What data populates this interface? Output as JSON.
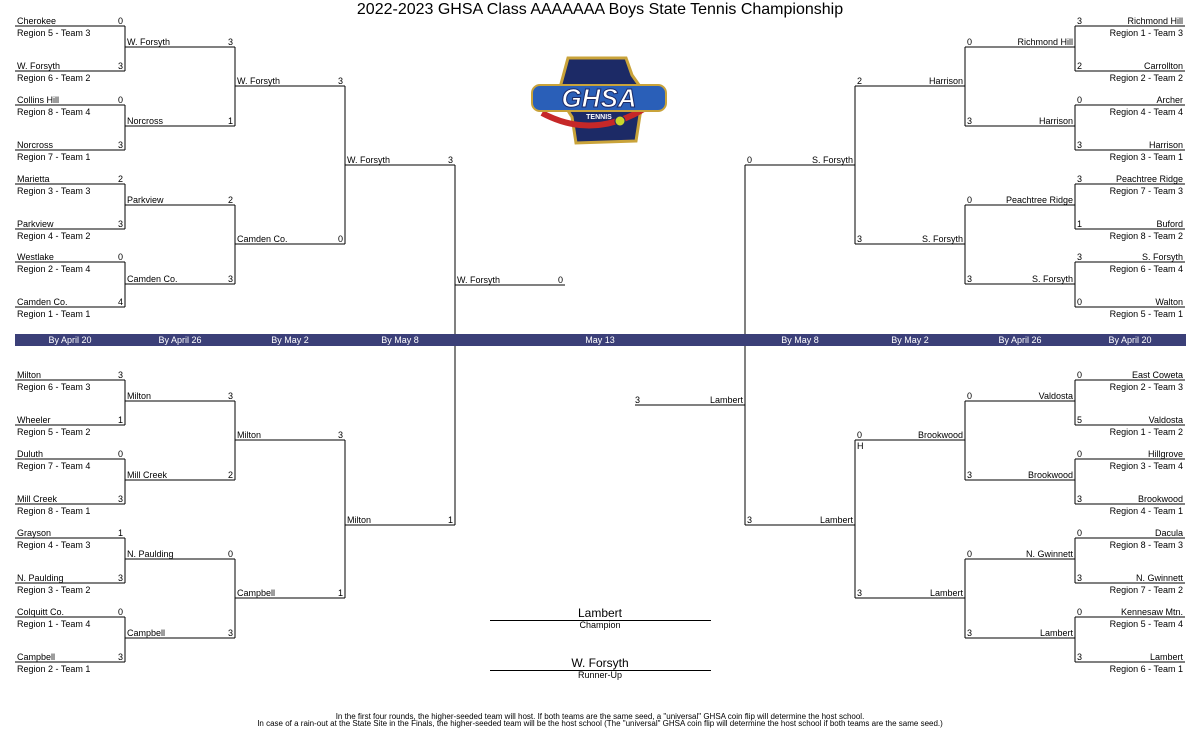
{
  "title": "2022-2023 GHSA Class AAAAAAA Boys State Tennis Championship",
  "logo": {
    "text": "GHSA",
    "subtext": "TENNIS",
    "colors": {
      "navy": "#1c2a66",
      "gold": "#c9a33a",
      "red": "#c62828",
      "blue": "#2a5fb8"
    }
  },
  "band": {
    "color": "#3b3f78",
    "labels": [
      "By April 20",
      "By April 26",
      "By May 2",
      "By May 8",
      "May 13",
      "By May 8",
      "By May 2",
      "By April 26",
      "By April 20"
    ]
  },
  "left_top": {
    "r1": [
      {
        "team": "Cherokee",
        "seed": "Region 5 - Team 3",
        "score": "0"
      },
      {
        "team": "W. Forsyth",
        "seed": "Region 6 - Team 2",
        "score": "3"
      },
      {
        "team": "Collins Hill",
        "seed": "Region 8 - Team 4",
        "score": "0"
      },
      {
        "team": "Norcross",
        "seed": "Region 7 - Team 1",
        "score": "3"
      },
      {
        "team": "Marietta",
        "seed": "Region 3 - Team 3",
        "score": "2"
      },
      {
        "team": "Parkview",
        "seed": "Region 4 - Team 2",
        "score": "3"
      },
      {
        "team": "Westlake",
        "seed": "Region 2 - Team 4",
        "score": "0"
      },
      {
        "team": "Camden Co.",
        "seed": "Region 1 - Team 1",
        "score": "4"
      }
    ],
    "r2": [
      {
        "team": "W. Forsyth",
        "score": "3"
      },
      {
        "team": "Norcross",
        "score": "1"
      },
      {
        "team": "Parkview",
        "score": "2"
      },
      {
        "team": "Camden Co.",
        "score": "3"
      }
    ],
    "r3": [
      {
        "team": "W. Forsyth",
        "score": "3"
      },
      {
        "team": "Camden Co.",
        "score": "0"
      }
    ],
    "r4": {
      "team": "W. Forsyth",
      "score": "3"
    }
  },
  "left_bottom": {
    "r1": [
      {
        "team": "Milton",
        "seed": "Region 6 - Team 3",
        "score": "3"
      },
      {
        "team": "Wheeler",
        "seed": "Region 5 - Team 2",
        "score": "1"
      },
      {
        "team": "Duluth",
        "seed": "Region 7 - Team 4",
        "score": "0"
      },
      {
        "team": "Mill Creek",
        "seed": "Region 8 - Team 1",
        "score": "3"
      },
      {
        "team": "Grayson",
        "seed": "Region 4 - Team 3",
        "score": "1"
      },
      {
        "team": "N. Paulding",
        "seed": "Region 3 - Team 2",
        "score": "3"
      },
      {
        "team": "Colquitt Co.",
        "seed": "Region 1 - Team 4",
        "score": "0"
      },
      {
        "team": "Campbell",
        "seed": "Region 2 - Team 1",
        "score": "3"
      }
    ],
    "r2": [
      {
        "team": "Milton",
        "score": "3"
      },
      {
        "team": "Mill Creek",
        "score": "2"
      },
      {
        "team": "N. Paulding",
        "score": "0"
      },
      {
        "team": "Campbell",
        "score": "3"
      }
    ],
    "r3": [
      {
        "team": "Milton",
        "score": "3"
      },
      {
        "team": "Campbell",
        "score": "1"
      }
    ],
    "r4": {
      "team": "Milton",
      "score": "1"
    }
  },
  "right_top": {
    "r1": [
      {
        "team": "Richmond Hill",
        "seed": "Region 1 - Team 3",
        "score": "3"
      },
      {
        "team": "Carrollton",
        "seed": "Region 2 - Team 2",
        "score": "2"
      },
      {
        "team": "Archer",
        "seed": "Region 4 - Team 4",
        "score": "0"
      },
      {
        "team": "Harrison",
        "seed": "Region 3 - Team 1",
        "score": "3"
      },
      {
        "team": "Peachtree Ridge",
        "seed": "Region 7 - Team 3",
        "score": "3"
      },
      {
        "team": "Buford",
        "seed": "Region 8 - Team 2",
        "score": "1"
      },
      {
        "team": "S. Forsyth",
        "seed": "Region 6 - Team 4",
        "score": "3"
      },
      {
        "team": "Walton",
        "seed": "Region 5 - Team 1",
        "score": "0"
      }
    ],
    "r2": [
      {
        "team": "Richmond Hill",
        "score": "0"
      },
      {
        "team": "Harrison",
        "score": "3"
      },
      {
        "team": "Peachtree Ridge",
        "score": "0"
      },
      {
        "team": "S. Forsyth",
        "score": "3"
      }
    ],
    "r3": [
      {
        "team": "Harrison",
        "score": "2"
      },
      {
        "team": "S. Forsyth",
        "score": "3"
      }
    ],
    "r4": {
      "team": "S. Forsyth",
      "score": "0"
    }
  },
  "right_bottom": {
    "r1": [
      {
        "team": "East Coweta",
        "seed": "Region 2 - Team 3",
        "score": "0"
      },
      {
        "team": "Valdosta",
        "seed": "Region 1 - Team 2",
        "score": "5"
      },
      {
        "team": "Hillgrove",
        "seed": "Region 3 - Team 4",
        "score": "0"
      },
      {
        "team": "Brookwood",
        "seed": "Region 4 - Team 1",
        "score": "3"
      },
      {
        "team": "Dacula",
        "seed": "Region 8 - Team 3",
        "score": "0"
      },
      {
        "team": "N. Gwinnett",
        "seed": "Region 7 - Team 2",
        "score": "3"
      },
      {
        "team": "Kennesaw Mtn.",
        "seed": "Region 5 - Team 4",
        "score": "0"
      },
      {
        "team": "Lambert",
        "seed": "Region 6 - Team 1",
        "score": "3"
      }
    ],
    "r2": [
      {
        "team": "Valdosta",
        "score": "0"
      },
      {
        "team": "Brookwood",
        "score": "3"
      },
      {
        "team": "N. Gwinnett",
        "score": "0"
      },
      {
        "team": "Lambert",
        "score": "3"
      }
    ],
    "r3": [
      {
        "team": "Brookwood",
        "score": "0",
        "note": "H"
      },
      {
        "team": "Lambert",
        "score": "3"
      }
    ],
    "r4": {
      "team": "Lambert",
      "score": "3"
    }
  },
  "final": {
    "left": {
      "team": "W. Forsyth",
      "score": "0"
    },
    "right": {
      "team": "Lambert",
      "score": "3"
    }
  },
  "results": {
    "champion": {
      "team": "Lambert",
      "label": "Champion"
    },
    "runner_up": {
      "team": "W. Forsyth",
      "label": "Runner-Up"
    }
  },
  "notes": [
    "In the first four rounds, the higher-seeded team will host.  If both teams are the same seed, a \"universal\" GHSA coin flip will determine the host school.",
    "In case of a rain-out at the State Site in the Finals, the higher-seeded team will be the host school (The \"universal\" GHSA coin flip will determine the host school if both teams are the same seed.)"
  ]
}
